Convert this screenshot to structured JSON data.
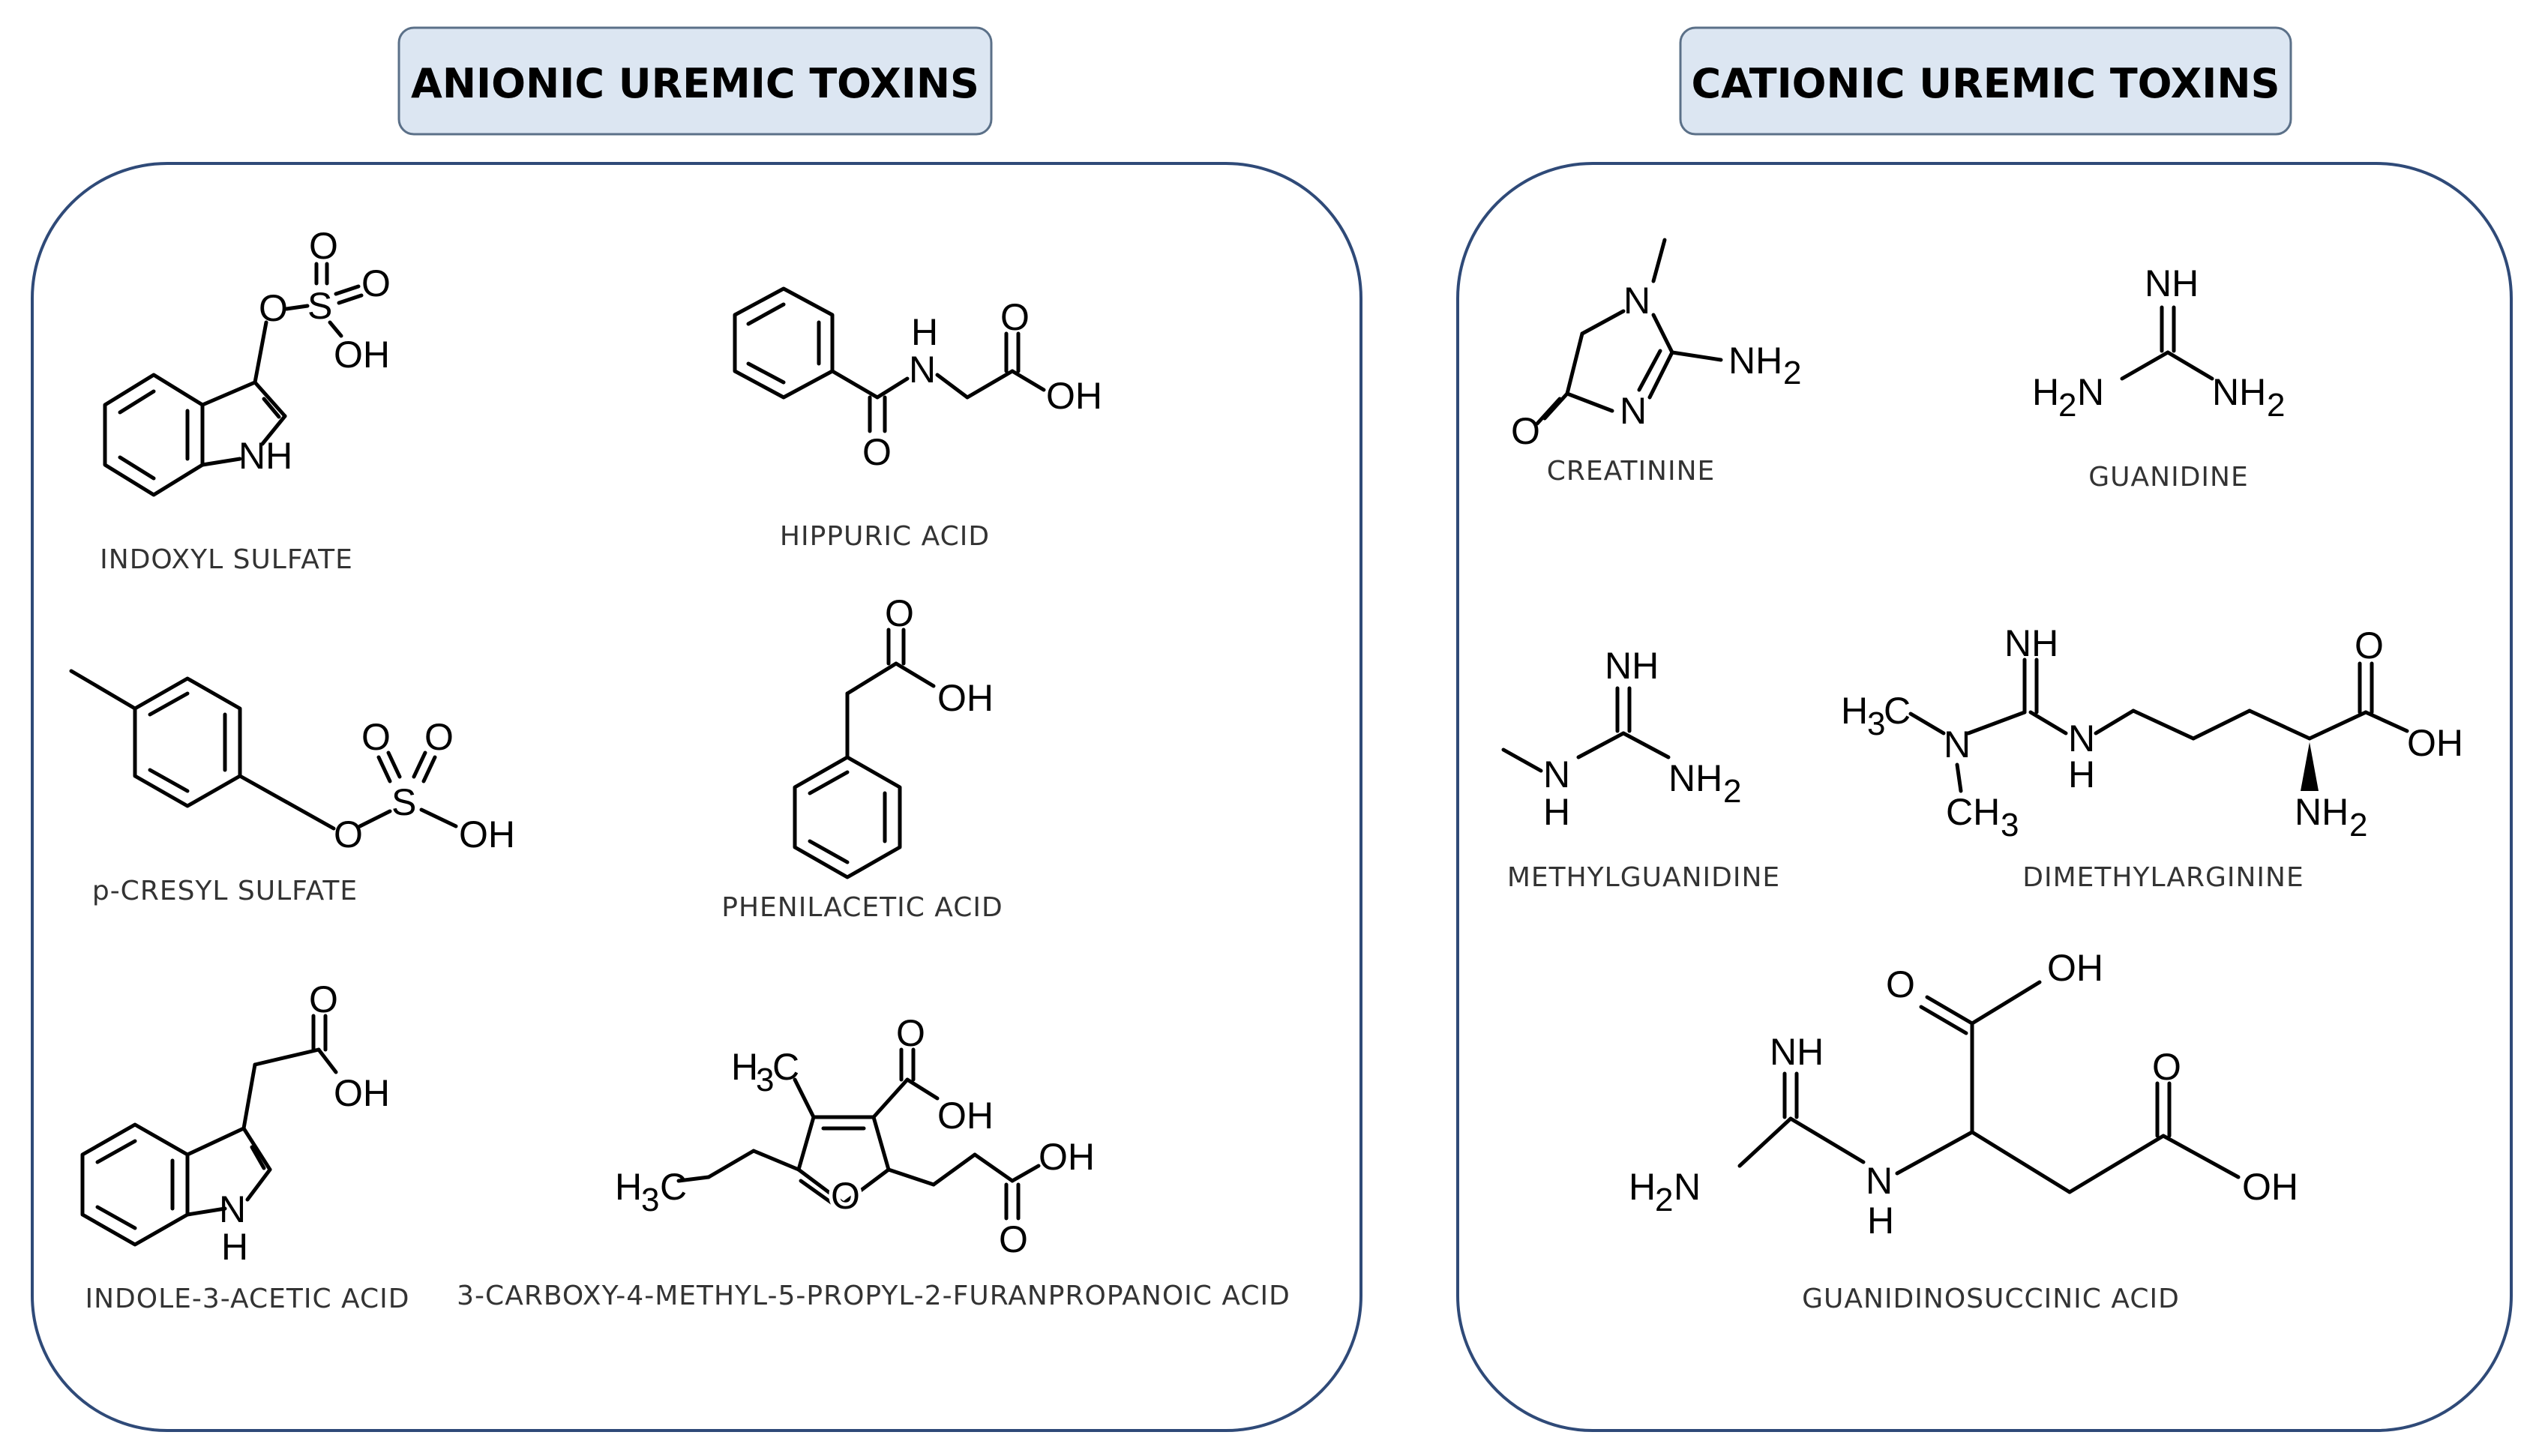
{
  "panels": {
    "anionic": {
      "header": "ANIONIC UREMIC TOXINS",
      "compounds": [
        {
          "label": "INDOXYL SULFATE"
        },
        {
          "label": "HIPPURIC ACID"
        },
        {
          "label": "p-CRESYL SULFATE"
        },
        {
          "label": "PHENILACETIC ACID"
        },
        {
          "label": "INDOLE-3-ACETIC ACID"
        },
        {
          "label": "3-CARBOXY-4-METHYL-5-PROPYL-2-FURANPROPANOIC ACID"
        }
      ]
    },
    "cationic": {
      "header": "CATIONIC UREMIC TOXINS",
      "compounds": [
        {
          "label": "CREATININE"
        },
        {
          "label": "GUANIDINE"
        },
        {
          "label": "METHYLGUANIDINE"
        },
        {
          "label": "DIMETHYLARGININE"
        },
        {
          "label": "GUANIDINOSUCCINIC ACID"
        }
      ]
    }
  },
  "colors": {
    "header_fill": "#dce6f2",
    "header_stroke": "#5b7088",
    "panel_stroke": "#2f4a78"
  }
}
